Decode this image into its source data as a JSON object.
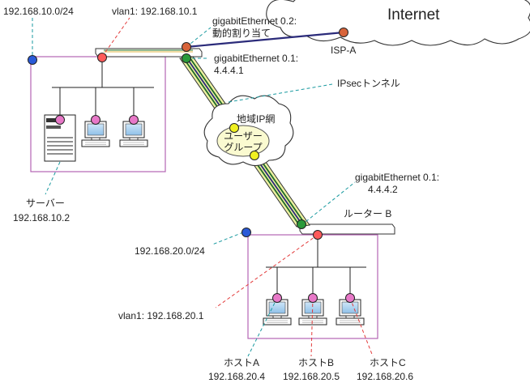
{
  "internet": {
    "label": "Internet"
  },
  "isp": {
    "label": "ISP-A"
  },
  "network_a": {
    "subnet": "192.168.10.0/24",
    "vlan": "vlan1: 192.168.10.1",
    "ge02_line1": "gigabitEthernet 0.2:",
    "ge02_line2": "動的割り当て",
    "ge01_line1": "gigabitEthernet 0.1:",
    "ge01_line2": "4.4.4.1",
    "server_label": "サーバー",
    "server_ip": "192.168.10.2"
  },
  "tunnel": {
    "label": "IPsecトンネル"
  },
  "regional": {
    "label": "地域IP網",
    "group_line1": "ユーザー",
    "group_line2": "グループ"
  },
  "network_b": {
    "ge01_line1": "gigabitEthernet 0.1:",
    "ge01_line2": "4.4.4.2",
    "router_label": "ルーター B",
    "subnet": "192.168.20.0/24",
    "vlan": "vlan1: 192.168.20.1",
    "hosts": [
      {
        "name": "ホストA",
        "ip": "192.168.20.4"
      },
      {
        "name": "ホストB",
        "ip": "192.168.20.5"
      },
      {
        "name": "ホストC",
        "ip": "192.168.20.6"
      }
    ]
  },
  "colors": {
    "box_border": "#b565b5",
    "leader_red": "#e33b3b",
    "leader_teal": "#1a9aa0",
    "wan_line": "#2b2b7a",
    "tunnel_fill": "#ecf0a0",
    "dot_red": "#ff5a5a",
    "dot_green": "#2a9a3a",
    "dot_blue": "#2a5ad8",
    "dot_orange": "#d8643a",
    "dot_yellow": "#f0f020",
    "dot_pink": "#e878c8"
  }
}
